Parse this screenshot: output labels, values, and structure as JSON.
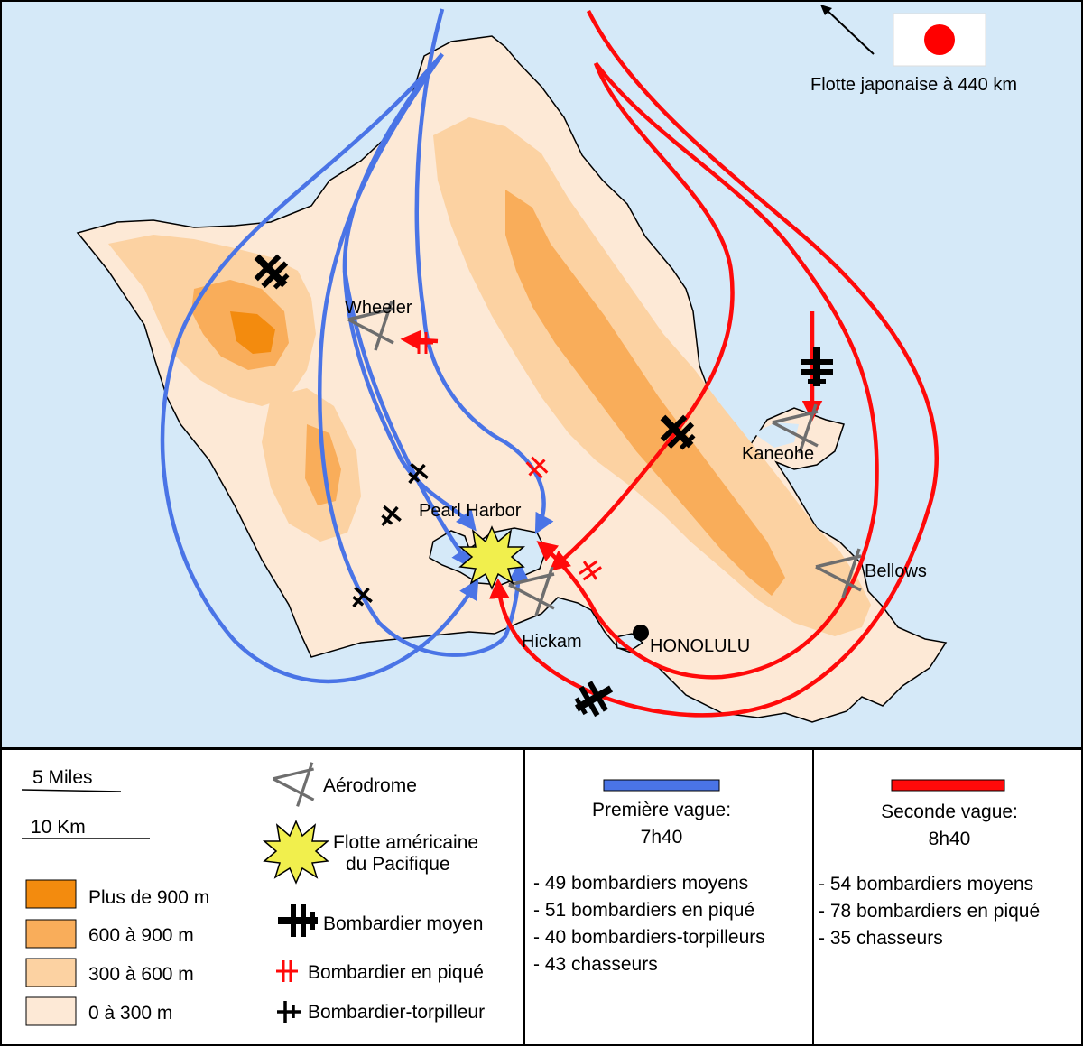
{
  "colors": {
    "sea": "#d5e9f8",
    "land": "#fde9d6",
    "elev_300_600": "#fcd2a2",
    "elev_600_900": "#f9ad5a",
    "elev_900": "#f38b0e",
    "first_wave": "#4a74e6",
    "second_wave": "#ff0a0a",
    "airfield": "#6e6e6e",
    "explosion": "#f1ef4d",
    "flag_disc": "#ff0000"
  },
  "map": {
    "fleet_note": "Flotte japonaise à 440 km",
    "flag_icon": "japan-flag-icon",
    "places": {
      "wheeler": "Wheeler",
      "kaneohe": "Kaneohe",
      "pearl_harbor": "Pearl Harbor",
      "bellows": "Bellows",
      "hickam": "Hickam",
      "honolulu": "HONOLULU"
    }
  },
  "legend": {
    "scale": {
      "miles": "5 Miles",
      "km": "10 Km"
    },
    "elevation": [
      {
        "label": "Plus de 900 m"
      },
      {
        "label": "600 à 900 m"
      },
      {
        "label": "300 à 600 m"
      },
      {
        "label": "0 à 300 m"
      }
    ],
    "symbols": {
      "airfield": "Aérodrome",
      "fleet_line1": "Flotte américaine",
      "fleet_line2": "du Pacifique",
      "medium_bomber": "Bombardier moyen",
      "dive_bomber": "Bombardier en piqué",
      "torpedo_bomber": "Bombardier-torpilleur"
    },
    "first_wave": {
      "title": "Première vague:",
      "time": "7h40",
      "items": [
        "- 49 bombardiers moyens",
        "- 51 bombardiers en piqué",
        "- 40 bombardiers-torpilleurs",
        "- 43 chasseurs"
      ]
    },
    "second_wave": {
      "title": "Seconde vague:",
      "time": "8h40",
      "items": [
        "- 54 bombardiers moyens",
        "- 78 bombardiers en piqué",
        "- 35 chasseurs"
      ]
    }
  }
}
